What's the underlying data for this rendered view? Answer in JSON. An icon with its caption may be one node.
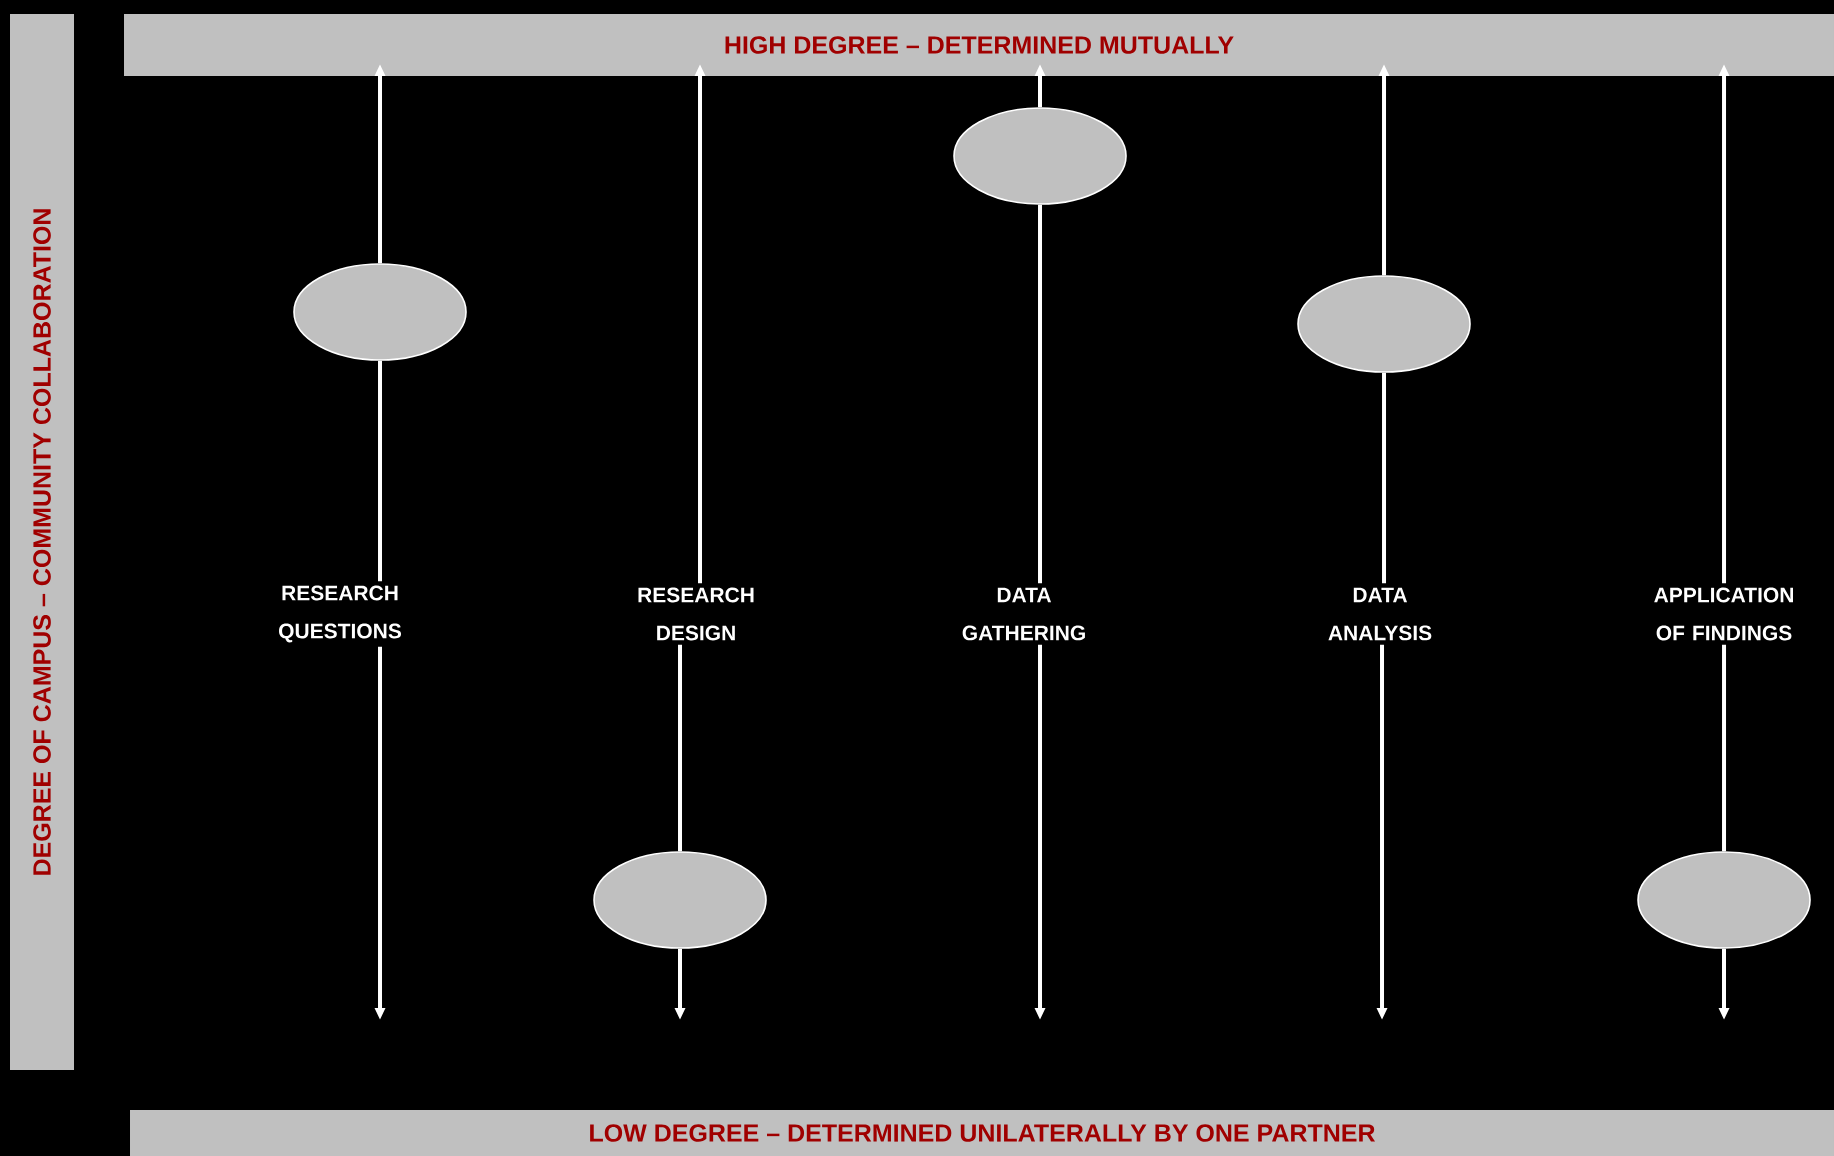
{
  "diagram": {
    "nodes": [
      {
        "text": [
          "HIGH DEGREE – DETERMINED MUTUALLY"
        ]
      },
      {
        "text": [
          "DEGREE OF CAMPUS – COMMUNITY COLLABORATION"
        ]
      },
      {
        "text": [
          "RESEARCH QUESTIONS"
        ]
      },
      {
        "text": [
          "RESEARCH DESIGN"
        ]
      },
      {
        "text": [
          "DATA GATHERING"
        ]
      },
      {
        "text": [
          "DATA ANALYSIS"
        ]
      },
      {
        "text": [
          "APPLICATION OF FINDINGS"
        ]
      },
      {
        "text": [],
        "shape": "ellipse"
      },
      {
        "text": [],
        "shape": "ellipse"
      },
      {
        "text": [],
        "shape": "ellipse"
      },
      {
        "text": [],
        "shape": "ellipse"
      },
      {
        "text": [],
        "shape": "ellipse"
      },
      {
        "text": [
          "LOW DEGREE – DETERMINED UNILATERALLY BY ONE PARTNER"
        ]
      }
    ],
    "edges": [
      {
        "from": 2,
        "to": 7,
        "arrow": "none"
      },
      {
        "from": 7,
        "to": 0,
        "arrow": "to"
      },
      {
        "from": 2,
        "to": null,
        "arrow": "to"
      },
      {
        "from": 3,
        "to": 0,
        "arrow": "to"
      },
      {
        "from": 3,
        "to": 8,
        "arrow": "none"
      },
      {
        "from": 8,
        "to": null,
        "arrow": "to"
      },
      {
        "from": 4,
        "to": 9,
        "arrow": "none"
      },
      {
        "from": 9,
        "to": 0,
        "arrow": "to"
      },
      {
        "from": 4,
        "to": null,
        "arrow": "to"
      },
      {
        "from": 5,
        "to": 10,
        "arrow": "none"
      },
      {
        "from": 10,
        "to": 0,
        "arrow": "to"
      },
      {
        "from": 5,
        "to": null,
        "arrow": "to"
      },
      {
        "from": 6,
        "to": 0,
        "arrow": "to"
      },
      {
        "from": 6,
        "to": 11,
        "arrow": "none"
      },
      {
        "from": 11,
        "to": null,
        "arrow": "to"
      }
    ]
  }
}
